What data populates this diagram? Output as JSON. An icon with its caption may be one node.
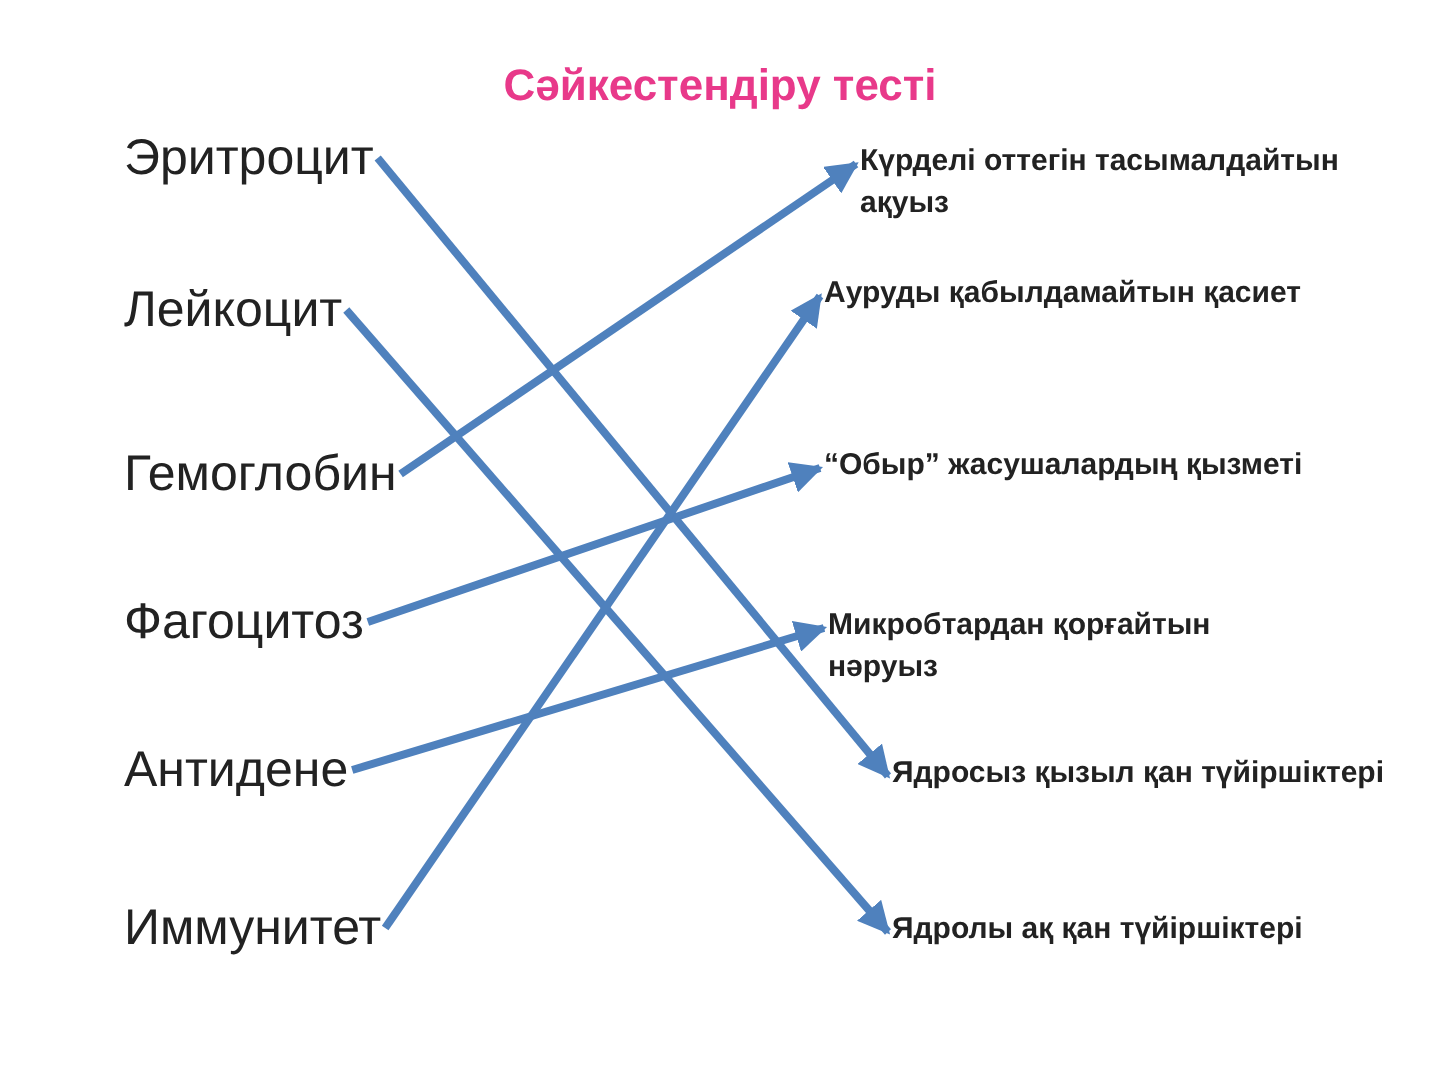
{
  "diagram": {
    "title": "Сәйкестендіру тесті",
    "nodes": [
      {
        "text": [
          "Эритроцит"
        ]
      },
      {
        "text": [
          "Лейкоцит"
        ]
      },
      {
        "text": [
          "Гемоглобин"
        ]
      },
      {
        "text": [
          "Фагоцитоз"
        ]
      },
      {
        "text": [
          "Антидене"
        ]
      },
      {
        "text": [
          "Иммунитет"
        ]
      },
      {
        "text": [
          "Күрделі оттегін тасымалдайтын ақуыз"
        ]
      },
      {
        "text": [
          "Ауруды қабылдамайтын қасиет"
        ]
      },
      {
        "text": [
          "“Обыр” жасушалардың қызметі"
        ]
      },
      {
        "text": [
          "Микробтардан қорғайтын нәруыз"
        ]
      },
      {
        "text": [
          "Ядросыз қызыл қан түйіршіктері"
        ]
      },
      {
        "text": [
          "Ядролы ақ қан түйіршіктері"
        ]
      }
    ],
    "edges": [
      {
        "from": 0,
        "to": 10,
        "arrow": "to"
      },
      {
        "from": 1,
        "to": 11,
        "arrow": "to"
      },
      {
        "from": 2,
        "to": 6,
        "arrow": "to"
      },
      {
        "from": 3,
        "to": 8,
        "arrow": "to"
      },
      {
        "from": 4,
        "to": 9,
        "arrow": "to"
      },
      {
        "from": 5,
        "to": 7,
        "arrow": "to"
      }
    ]
  }
}
